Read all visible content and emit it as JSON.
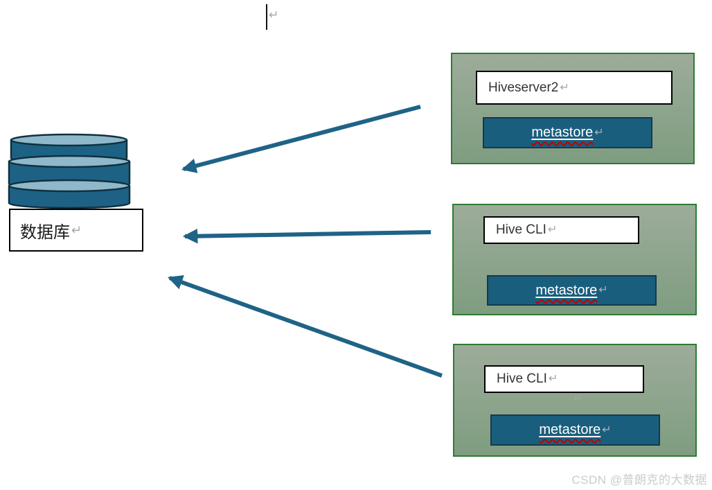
{
  "cursor": {
    "pilcrow": "↵"
  },
  "database": {
    "label": "数据库",
    "pilcrow": "↵"
  },
  "panels": [
    {
      "title": "Hiveserver2",
      "store": "metastore",
      "pilcrow": "↵"
    },
    {
      "title": "Hive CLI",
      "store": "metastore",
      "pilcrow": "↵"
    },
    {
      "title": "Hive CLI",
      "store": "metastore",
      "pilcrow": "↵"
    }
  ],
  "watermark": {
    "text": "CSDN @普朗克的大数据"
  },
  "colors": {
    "panel_border": "#2E7B33",
    "panel_top": "#9DAC9A",
    "panel_bottom": "#7E9D80",
    "metastore_fill": "#1A5E7E",
    "metastore_border": "#16384C",
    "arrow": "#1F6386",
    "db_body": "#1D6285",
    "db_top": "#8FB8CB",
    "db_outline": "#10303F",
    "squiggle": "#C00000",
    "title_text": "#333333",
    "pilcrow": "#A6A6A6",
    "watermark": "#CBCBCB"
  }
}
